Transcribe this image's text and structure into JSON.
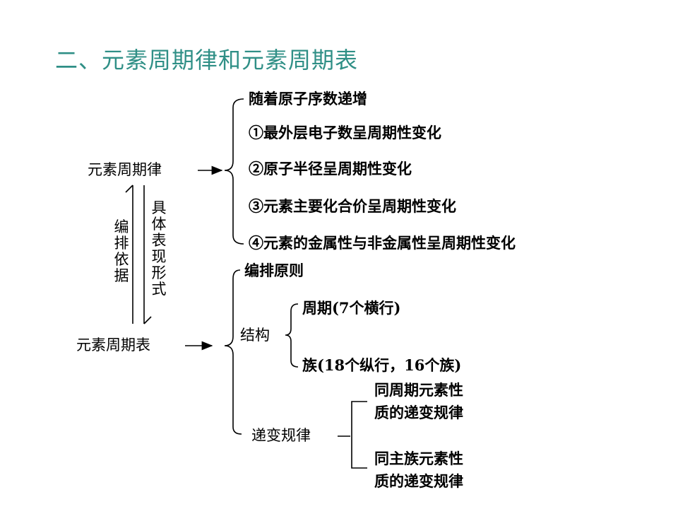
{
  "title": "二、元素周期律和元素周期表",
  "law": {
    "label": "元素周期律",
    "cause": "随着原子序数递增",
    "items": [
      "①最外层电子数呈周期性变化",
      "②原子半径呈周期性变化",
      "③元素主要化合价呈周期性变化",
      "④元素的金属性与非金属性呈周期性变化"
    ]
  },
  "relation": {
    "up_label": "具体表现形式",
    "down_label": "编排依据"
  },
  "table": {
    "label": "元素周期表",
    "principle": "编排原则",
    "structure": {
      "label": "结构",
      "period": "周期(7个横行)",
      "group": "族(18个纵行，16个族)"
    },
    "trend": {
      "label": "递变规律",
      "period_trend_line1": "同周期元素性",
      "period_trend_line2": "质的递变规律",
      "group_trend_line1": "同主族元素性",
      "group_trend_line2": "质的递变规律"
    }
  }
}
